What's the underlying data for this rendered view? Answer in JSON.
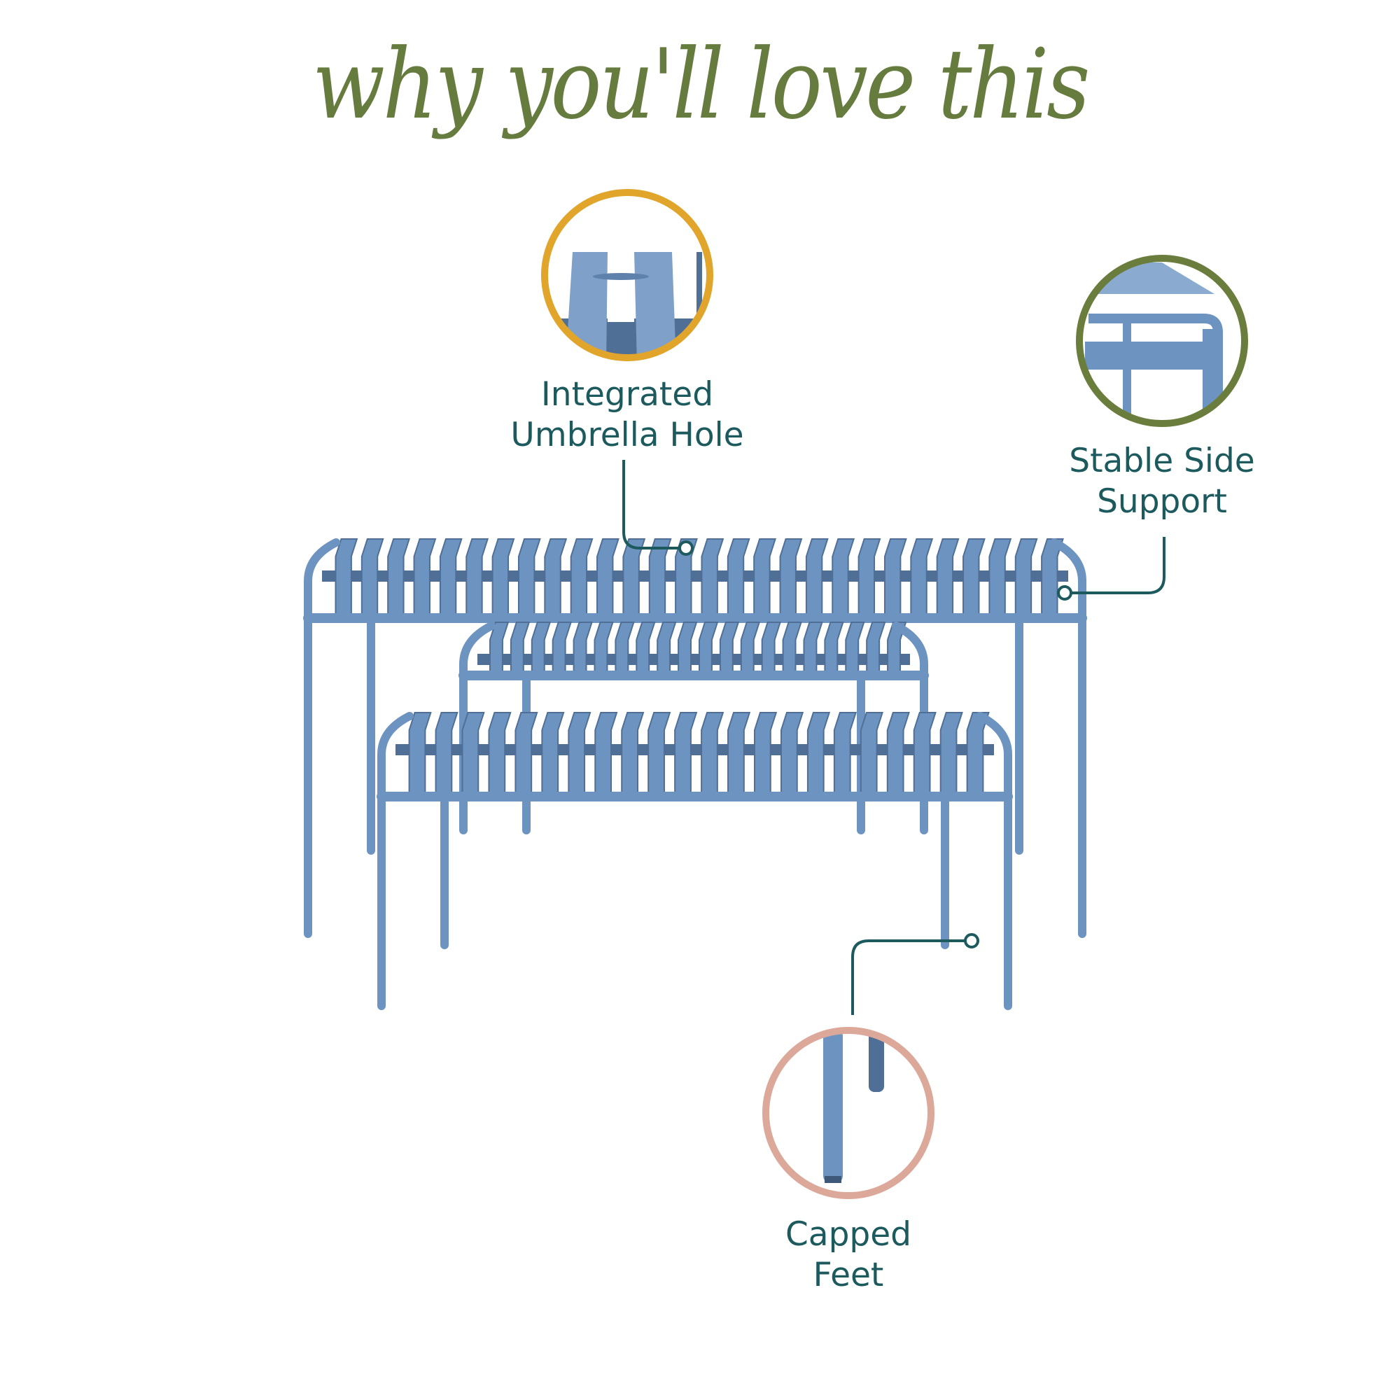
{
  "title": "why you'll love this",
  "features": [
    {
      "line1": "Integrated",
      "line2": "Umbrella Hole",
      "icon": "umbrella-hole-closeup",
      "ring_color": "#e0a52a"
    },
    {
      "line1": "Stable Side",
      "line2": "Support",
      "icon": "side-support-closeup",
      "ring_color": "#6b7d3c"
    },
    {
      "line1": "Capped",
      "line2": "Feet",
      "icon": "capped-feet-closeup",
      "ring_color": "#dca89a"
    }
  ],
  "colors": {
    "title": "#667c3e",
    "label": "#1c5a5e",
    "furniture": "#6d93c0",
    "furniture_dark": "#4f6f96"
  }
}
